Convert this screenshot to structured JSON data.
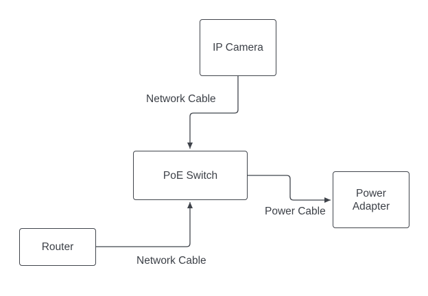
{
  "nodes": {
    "ip_camera": "IP Camera",
    "poe_switch": "PoE Switch",
    "power_adapter": [
      "Power",
      "Adapter"
    ],
    "router": "Router"
  },
  "edges": {
    "camera_to_switch": "Network Cable",
    "router_to_switch": "Network Cable",
    "switch_to_adapter": "Power Cable"
  },
  "colors": {
    "line": "#3f434a",
    "text": "#3b3f46",
    "background": "#ffffff"
  }
}
